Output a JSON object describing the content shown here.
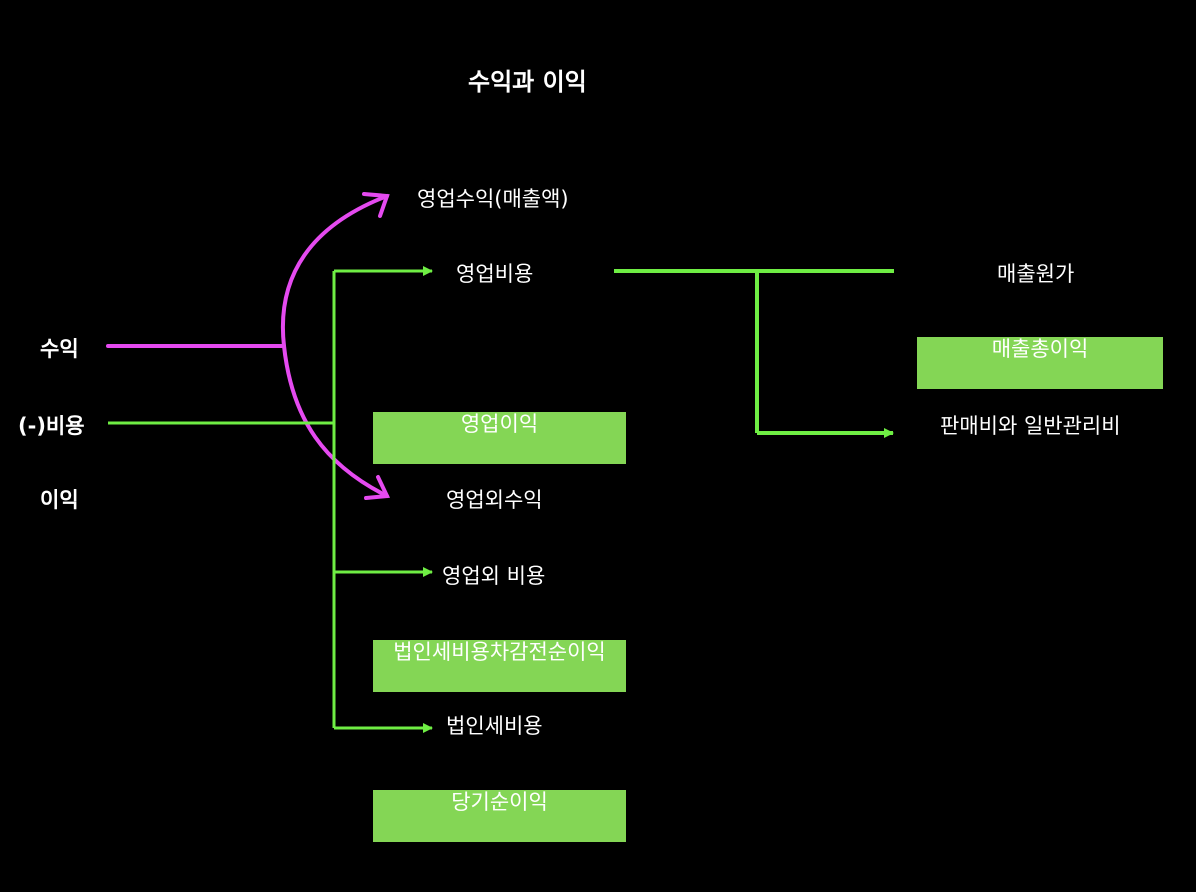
{
  "title": "수익과 이익",
  "colors": {
    "background": "#000000",
    "text": "#ffffff",
    "green_line": "#6fee44",
    "green_box": "#84d655",
    "magenta_line": "#e54af0"
  },
  "left_labels": {
    "revenue": "수익",
    "expense": "(-)비용",
    "profit": "이익"
  },
  "center": {
    "operating_revenue": "영업수익(매출액)",
    "operating_expense": "영업비용",
    "operating_income": "영업이익",
    "non_operating_revenue": "영업외수익",
    "non_operating_expense": "영업외 비용",
    "pretax_income": "법인세비용차감전순이익",
    "income_tax": "법인세비용",
    "net_income": "당기순이익"
  },
  "right": {
    "cost_of_sales": "매출원가",
    "gross_profit": "매출총이익",
    "sga": "판매비와 일반관리비"
  }
}
